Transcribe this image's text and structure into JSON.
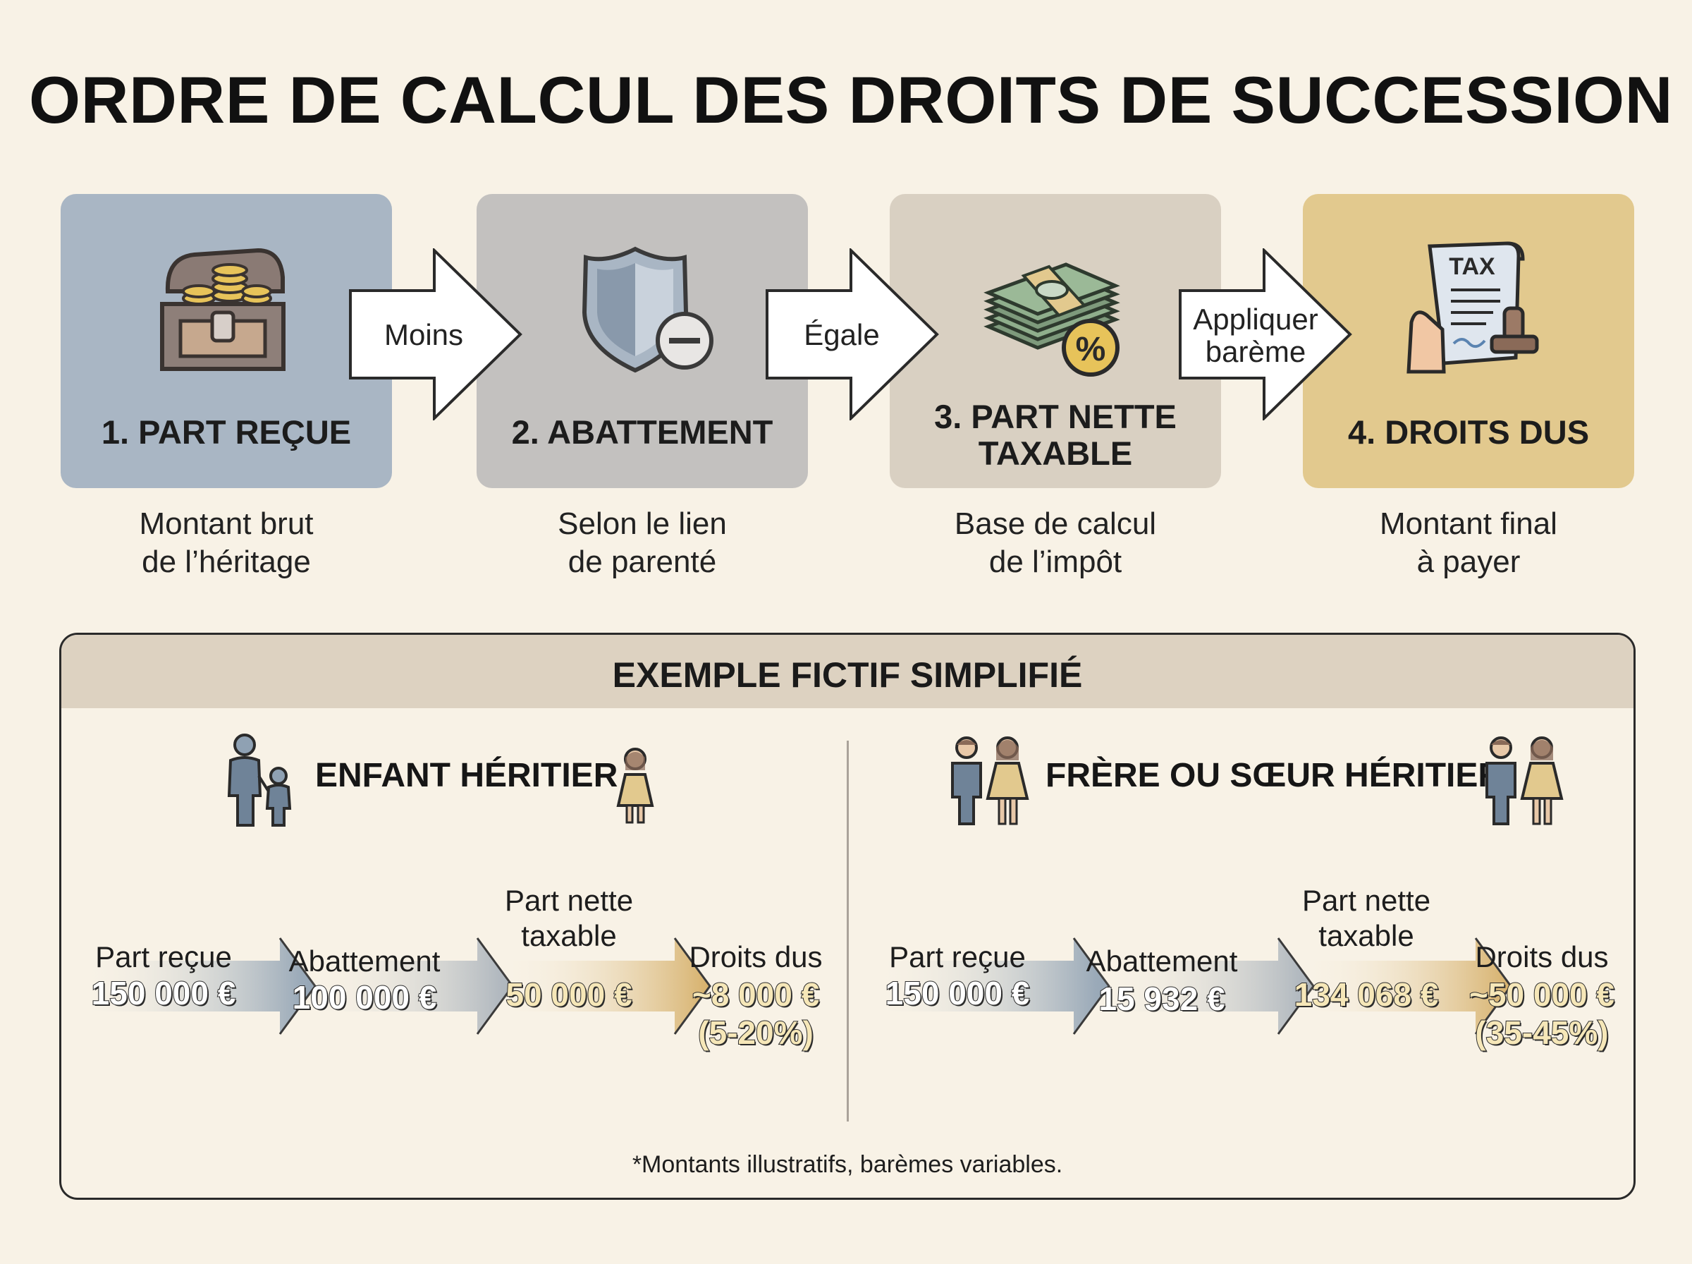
{
  "title": "ORDRE DE CALCUL DES DROITS DE SUCCESSION",
  "steps": [
    {
      "title_line1": "1. PART REÇUE",
      "title_line2": "",
      "desc_line1": "Montant brut",
      "desc_line2": "de l’héritage",
      "icon": "treasure-chest-icon",
      "color": "#a9b6c4"
    },
    {
      "title_line1": "2. ABATTEMENT",
      "title_line2": "",
      "desc_line1": "Selon le lien",
      "desc_line2": "de parenté",
      "icon": "shield-minus-icon",
      "color": "#c3c1bf"
    },
    {
      "title_line1": "3. PART NETTE",
      "title_line2": "TAXABLE",
      "desc_line1": "Base de calcul",
      "desc_line2": "de l’impôt",
      "icon": "money-percent-icon",
      "color": "#d9d0c2"
    },
    {
      "title_line1": "4. DROITS DUS",
      "title_line2": "",
      "desc_line1": "Montant final",
      "desc_line2": "à payer",
      "icon": "tax-document-icon",
      "color": "#e2c98e"
    }
  ],
  "connectors": [
    {
      "line1": "Moins",
      "line2": ""
    },
    {
      "line1": "Égale",
      "line2": ""
    },
    {
      "line1": "Appliquer",
      "line2": "barème"
    }
  ],
  "example": {
    "title": "EXEMPLE FICTIF SIMPLIFIÉ",
    "footnote": "*Montants illustratifs, barèmes variables.",
    "left": {
      "title": "ENFANT HÉRITIER",
      "items": [
        {
          "label_line1": "",
          "label_line2": "Part reçue",
          "value": "150 000 €",
          "value2": ""
        },
        {
          "label_line1": "",
          "label_line2": "Abattement",
          "value": "100 000 €",
          "value2": ""
        },
        {
          "label_line1": "Part nette",
          "label_line2": "taxable",
          "value": "50 000 €",
          "value2": ""
        },
        {
          "label_line1": "",
          "label_line2": "Droits dus",
          "value": "~8 000 €",
          "value2": "(5-20%)"
        }
      ]
    },
    "right": {
      "title": "FRÈRE OU SŒUR HÉRITIER",
      "items": [
        {
          "label_line1": "",
          "label_line2": "Part reçue",
          "value": "150 000 €",
          "value2": ""
        },
        {
          "label_line1": "",
          "label_line2": "Abattement",
          "value": "15 932 €",
          "value2": ""
        },
        {
          "label_line1": "Part nette",
          "label_line2": "taxable",
          "value": "134 068 €",
          "value2": ""
        },
        {
          "label_line1": "",
          "label_line2": "Droits dus",
          "value": "~50 000 €",
          "value2": "(35-45%)"
        }
      ]
    }
  }
}
